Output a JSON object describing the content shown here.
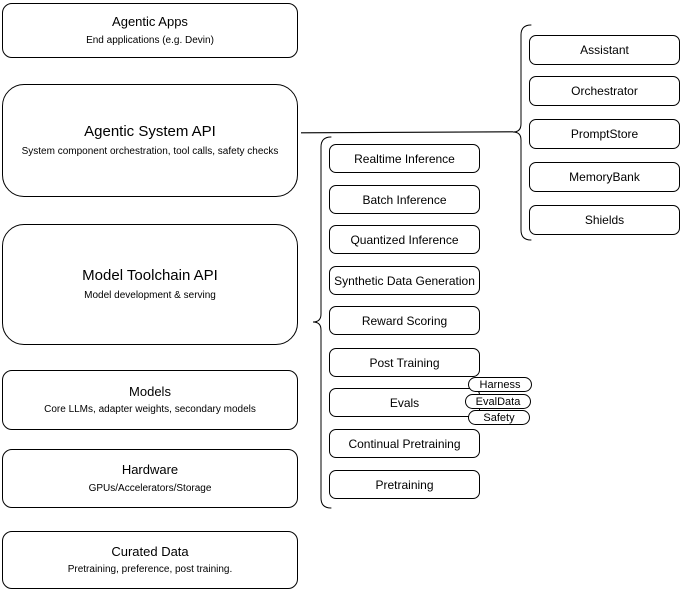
{
  "diagram": {
    "left_column": [
      {
        "title": "Agentic Apps",
        "subtitle": "End applications (e.g. Devin)"
      },
      {
        "title": "Agentic System API",
        "subtitle": "System component orchestration, tool calls, safety checks"
      },
      {
        "title": "Model Toolchain API",
        "subtitle": "Model development & serving"
      },
      {
        "title": "Models",
        "subtitle": "Core LLMs, adapter weights, secondary models"
      },
      {
        "title": "Hardware",
        "subtitle": "GPUs/Accelerators/Storage"
      },
      {
        "title": "Curated Data",
        "subtitle": "Pretraining, preference, post training."
      }
    ],
    "toolchain_items": [
      "Realtime Inference",
      "Batch Inference",
      "Quantized Inference",
      "Synthetic Data Generation",
      "Reward Scoring",
      "Post Training",
      "Evals",
      "Continual Pretraining",
      "Pretraining"
    ],
    "system_components": [
      "Assistant",
      "Orchestrator",
      "PromptStore",
      "MemoryBank",
      "Shields"
    ],
    "evals_tags": [
      "Harness",
      "EvalData",
      "Safety"
    ],
    "groupings": [
      {
        "source": "Agentic System API",
        "items_group": "system_components"
      },
      {
        "source": "Model Toolchain API",
        "items_group": "toolchain_items"
      },
      {
        "source": "Evals",
        "items_group": "evals_tags"
      }
    ],
    "colors": {
      "stroke": "#000000",
      "fill": "#ffffff",
      "background": "#ffffff"
    }
  }
}
